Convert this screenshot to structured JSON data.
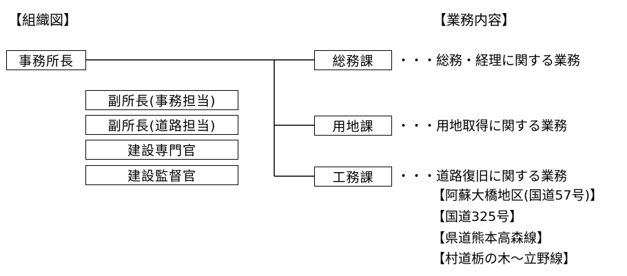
{
  "headings": {
    "org_chart": "【組織図】",
    "duties": "【業務内容】"
  },
  "head": {
    "label": "事務所長"
  },
  "staff": [
    {
      "label": "副所長(事務担当)"
    },
    {
      "label": "副所長(道路担当)"
    },
    {
      "label": "建設専門官"
    },
    {
      "label": "建設監督官"
    }
  ],
  "sections": [
    {
      "label": "総務課",
      "duty": "・・・総務・経理に関する業務"
    },
    {
      "label": "用地課",
      "duty": "・・・用地取得に関する業務"
    },
    {
      "label": "工務課",
      "duty": "・・・道路復旧に関する業務"
    }
  ],
  "koumu_projects": [
    "【阿蘇大橋地区(国道57号)】",
    "【国道325号】",
    "【県道熊本高森線】",
    "【村道栃の木～立野線】"
  ]
}
